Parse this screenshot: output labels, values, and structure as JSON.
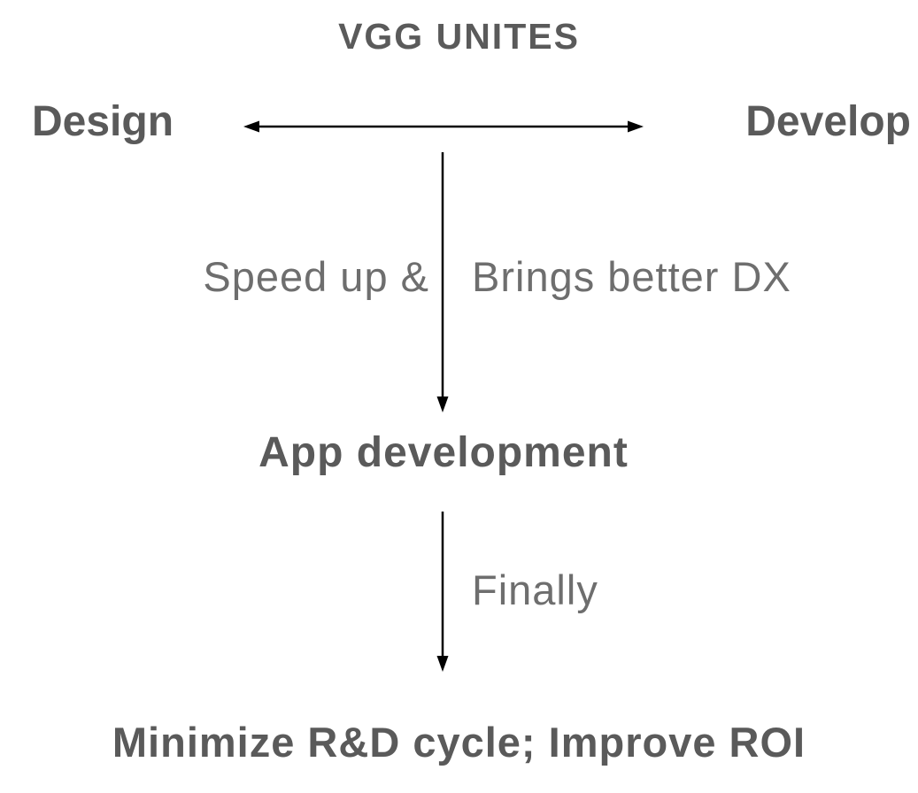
{
  "diagram": {
    "title": "VGG UNITES",
    "nodes": {
      "design": "Design",
      "develop": "Develop",
      "app_development": "App development",
      "outcome": "Minimize R&D cycle; Improve ROI"
    },
    "edge_labels": {
      "speed_up": "Speed up &",
      "better_dx": "Brings better DX",
      "finally": "Finally"
    },
    "colors": {
      "heading_text": "#5a5a5a",
      "annotation_text": "#6e6e6e",
      "arrow": "#000000",
      "background": "#ffffff"
    }
  }
}
